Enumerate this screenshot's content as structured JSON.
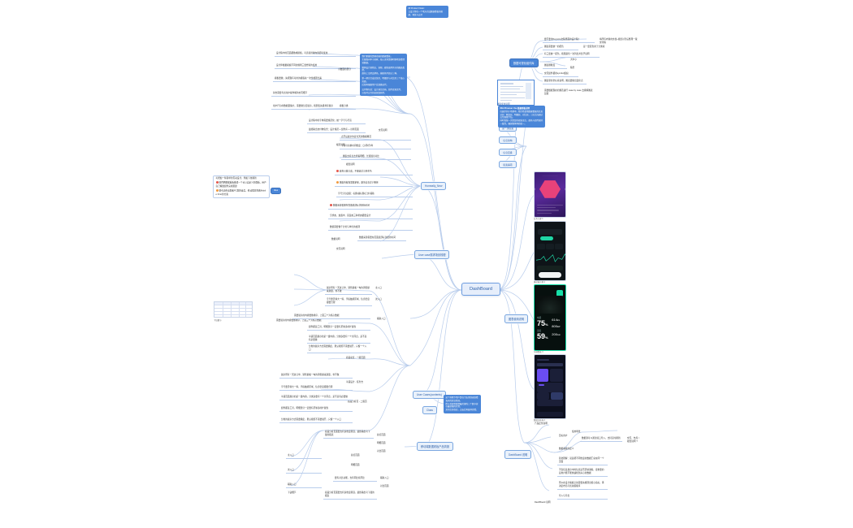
{
  "meta": {
    "root_label": "DashBoard",
    "accent_blue": "#4a86d8",
    "line_blue": "#b9cdec",
    "pill_bg": "#e9f1fb",
    "pill_text": "#2c5fa8"
  },
  "top_note": {
    "title": "## Product Vision:",
    "body": "让设计师在一个地方完成数据看板的搭建、预览与交付"
  },
  "labels": {
    "homeally_new": "Homeally_New",
    "user_case_cn": "User case需求场景梳理",
    "user_cases_contents": "User Cases(contents)",
    "class": "Class",
    "idea": "Idea",
    "dashboard_shuoming": "DashBoard 说明",
    "data_viz_component": "数据可视化组件库",
    "chart_use": "图表使用说明",
    "product_brief": "移动端数据看板产品简报"
  },
  "right_list": {
    "items": [
      {
        "label": "第一次提案",
        "marker": "blue"
      },
      {
        "label": "信息架构",
        "marker": "blue"
      },
      {
        "label": "信息层级",
        "marker": "blue"
      },
      {
        "label": "提案事项",
        "marker": "blue"
      }
    ]
  },
  "right_note": {
    "header": "Mini Browser Use  数据看板说明",
    "lines": [
      "在展示的小场景中，我们希望把数据看板的信息",
      "分层：概览层、明细层、对比层，三层之间通过",
      "交互逐级下钻。",
      "同时保留一次提案的视觉语言，颜色与组件保持",
      "一致性，确保整体体验统一。"
    ]
  },
  "top_right_branch": {
    "root": "数据可视化组件库",
    "children": [
      {
        "text": "要不要用Keynote文稿里面的设计稿？",
        "children": [
          "将所有内容用文档+视觉对齐后整理一版交付稿"
        ]
      },
      {
        "text": "图表需要统一的配色",
        "children": [
          "是一套配色用于分类项"
        ]
      },
      {
        "text": "有三套统一配色，按照颜色一次列出并给予说明",
        "children": []
      },
      {
        "text": "图表颗粒度",
        "children": [
          "大中小",
          "稿型"
        ]
      },
      {
        "text": "交互组件都用symbol组织",
        "children": []
      },
      {
        "text": "图表里的坐标系说明，图表要做出变化点",
        "children": []
      }
    ],
    "footer": "需要根据现在的规范进行 case by case 去拆解图表层级"
  },
  "top_left_branch": {
    "nodes": [
      "设计稿中的页面都做成模板，可直接替换内容即可使用",
      "设计师根据模板不同的规则三套经验的使用",
      "模板要做，先把现有可用的模版先一次性梳理出来",
      "前台需要考虑用户操作端的交互细节",
      "用户行为的数据量偏大，需要做分层展示，按照优先级排序展示",
      "设计稿中的字体需要规范化，统一字号与行高",
      "最终输出交付物包含：设计规范 + 组件库 + 示例页面"
    ],
    "side_labels": [
      "小数量的部分",
      "模板分类",
      "规范说明"
    ]
  },
  "center_left_branch": {
    "groups": [
      {
        "title": "交互说明",
        "items": [
          "点开后展示的是当天的数据概况",
          "下拉可切换时间维度：日/周/月/年",
          "图表支持点击查看明细，长按展示对比"
        ]
      },
      {
        "title": "视觉说明",
        "items": [
          "颜色只做三套，不要超过三种主色",
          "图表的留白需要足够，避免信息过于拥挤",
          "字号分为四级：标题/副标题/正文/辅助"
        ]
      },
      {
        "title": "数据说明",
        "items": [
          "数据来源需要在页面底部标注更新时间",
          "空状态、加载中、错误态三种状态都要设计",
          "数值需要做千分位与单位的处理"
        ]
      }
    ]
  },
  "idea_branch": {
    "lines": [
      "可增加一些简单的互动设计，例如下拉刷新",
      "能否把数据看板做成一个可以自定义的面板，用户自己拖拽组件完成搭建",
      "要考虑移动端和PC端的差异，移动端优先做Mobile First的方案"
    ],
    "label": "Idea"
  },
  "bottom_left_branch": {
    "groups": [
      {
        "label": "商品总览 - 一级页面",
        "items": [
          "展示所有一天总订单、销售额和一勾的销售额来源量，但不做",
          "字号要足够大一些，手指触摸区域、信息密度都要合理",
          "需要展示的内容要做排序，上面三个为核心数据",
          "组件都是工具，明细部分一定要有足够多的扩展性"
        ]
      },
      {
        "label": "平铺设计 - 任务台",
        "items": [
          "平铺页面展示的是一组内容，分类多要有一个共同点，是不是有必要做",
          "分类的展示方式需要确定，默认按照不需要展开，只留一个入口"
        ]
      },
      {
        "label": "商品分析页 - 二级页",
        "items": [
          "商品分析页面要支持多维度筛选，最终输出可下载的报表",
          "要有对比功能，支持同比和环比"
        ]
      }
    ],
    "leaf_group": {
      "title": "下钻细节",
      "items": [
        "总览页面",
        "明细页面",
        "对比页面"
      ],
      "sub": [
        "主入口",
        "次入口",
        "辅助入口"
      ]
    }
  },
  "thumbnails": [
    {
      "name": "purple-hex-dashboard",
      "caption": "业务大屏 1"
    },
    {
      "name": "dark-mobile-tesla-app",
      "caption": "移动端示例 2"
    },
    {
      "name": "car-stats-dashboard",
      "caption": "车辆看板 3"
    },
    {
      "name": "dark-analytics-mobile",
      "caption": "数据分析端 4"
    }
  ],
  "bottom_right_branch": {
    "root": "DashBoard 说明",
    "top_labels": [
      "产品定位说明",
      "使用场景",
      "目标用户"
    ],
    "sections": [
      {
        "title": "导入与导出",
        "items": [
          "数据源可以通过接口导入，支持实时刷新"
        ]
      },
      {
        "title": "数据看板的定义",
        "items": [
          "简化理解：就是把不同维度的数据汇总在同一个页面",
          "不仅仅是展示中的信息是否足够清晰，更重要的是用户能不能快速找到关心的数据",
          "所以在设计看板之前需要先梳理出核心指标，再决定布局与优先级顺序"
        ]
      }
    ],
    "side_note": "交互、布局 / 视觉说明 ?"
  },
  "bluenote_main": {
    "blocks": [
      [
        "我们要做的是移动端的数据看板，",
        "主要面向中小商家，核心诉求是随时随地查看经营数据。"
      ],
      [
        "整体设计要简洁、直观，避免使用复杂的图表类型。",
        "颜色上沿用品牌色，辅助色不超过三种。"
      ],
      [
        "第一期先完成总览页、明细页与对比页三个核心页面，",
        "后续再根据用户反馈做迭代。"
      ],
      [
        "交付物包括：设计规范文档、组件库源文件、",
        "以及可交互的高保真原型。"
      ]
    ]
  },
  "bluenote_usercase": {
    "lines": [
      "这个场景下用户是在门店里快速查看当天的营业情况，",
      "所以首屏需要把最关键的三个数字放在最显眼的位置，",
      "其余信息收起，点击后再展开查看。"
    ]
  }
}
